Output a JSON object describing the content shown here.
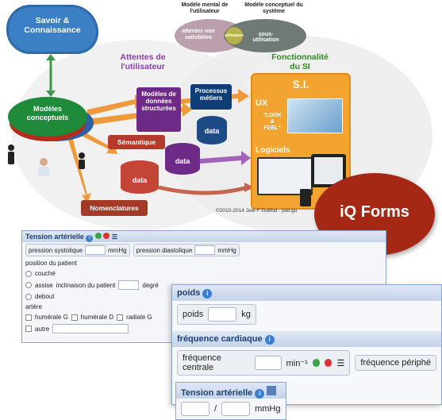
{
  "diagram": {
    "cloud": "Savoir & Connaissance",
    "mental_model_title": "Modèle mental de l'utilisateur",
    "system_model_title": "Modèle conceptuel du système",
    "unsatisfied": "attentes non satisfaites",
    "utilisation": "utilisation",
    "sous_utilisation": "sous-utilisation",
    "attentes_title": "Attentes de l'utilisateur",
    "fonctionnalite_title": "Fonctionnalité du SI",
    "modeles_conceptuels": "Modèles conceptuels",
    "modeles_donnees": "Modèles de données structurées",
    "processus": "Processus métiers",
    "semantique": "Sémantique",
    "nomenclatures": "Nomenclatures",
    "data": "data",
    "si": "S.I.",
    "ux": "UX",
    "look": "\"LOOK",
    "amp": "&",
    "feel": "FEEL\"",
    "logiciels": "Logiciels",
    "copyright": "©2010-2014 Joël F Guillod - joel.gu",
    "bubble": "iQ Forms"
  },
  "form_small": {
    "title": "Tension artérielle",
    "systolic": "pression systolique",
    "diastolic": "pression diastolique",
    "unit": "mmHg",
    "position": "position du patient",
    "couche": "couché",
    "assise": "assise",
    "inclinaison": "inclinaison du patient",
    "degre": "degré",
    "debout": "debout",
    "artere": "artère",
    "humerale_g": "humérale G",
    "humerale_d": "humérale D",
    "radiale_g": "radiale G",
    "autre": "autre"
  },
  "form_big": {
    "poids_title": "poids",
    "poids_label": "poids",
    "poids_unit": "kg",
    "fc_title": "fréquence cardiaque",
    "fc_label": "fréquence centrale",
    "fc_unit": "min⁻¹",
    "fc_periph": "fréquence périphé",
    "ta_title": "Tension artérielle",
    "slash": "/",
    "ta_unit": "mmHg"
  }
}
